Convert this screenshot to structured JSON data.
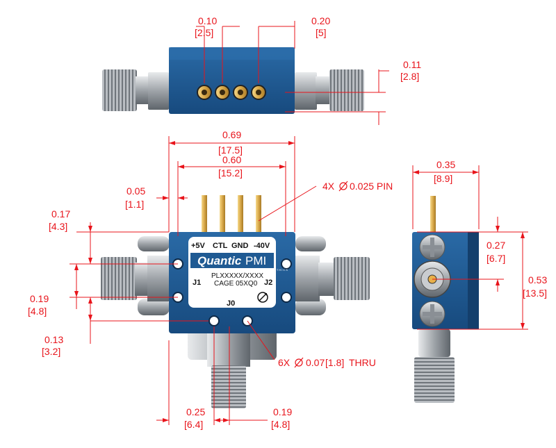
{
  "colors": {
    "dimension": "#e8141b",
    "housing": "#1f5a93",
    "housing_dark": "#173f6b",
    "label_plate": "#ffffff",
    "connector": "#b8bcc2"
  },
  "top_view": {
    "pin_spacing": {
      "in": "0.10",
      "mm": "[2.5]"
    },
    "pin_offset": {
      "in": "0.20",
      "mm": "[5]"
    },
    "pin_height": {
      "in": "0.11",
      "mm": "[2.8]"
    }
  },
  "front_view": {
    "width_overall": {
      "in": "0.69",
      "mm": "[17.5]"
    },
    "width_pins": {
      "in": "0.60",
      "mm": "[15.2]"
    },
    "edge_offset": {
      "in": "0.05",
      "mm": "[1.1]"
    },
    "pin_callout": {
      "count": "4X",
      "dia": "0.025 PIN"
    },
    "hole_callout": {
      "count": "6X",
      "dia": "0.07",
      "mm": "[1.8]",
      "suffix": "THRU"
    },
    "left_top": {
      "in": "0.17",
      "mm": "[4.3]"
    },
    "left_mid": {
      "in": "0.19",
      "mm": "[4.8]"
    },
    "left_bottom": {
      "in": "0.13",
      "mm": "[3.2]"
    },
    "bottom_left": {
      "in": "0.25",
      "mm": "[6.4]"
    },
    "bottom_right": {
      "in": "0.19",
      "mm": "[4.8]"
    },
    "plate": {
      "pin_labels": [
        "+5V",
        "CTL",
        "GND",
        "-40V"
      ],
      "brand_a": "Quantic",
      "brand_b": "PMI",
      "tagline": "PLANAR MONOLITHICS",
      "part_no": "PLXXXXX/XXXX",
      "cage": "CAGE 05XQ0",
      "port_j1": "J1",
      "port_j2": "J2",
      "port_j0": "J0"
    }
  },
  "side_view": {
    "depth": {
      "in": "0.35",
      "mm": "[8.9]"
    },
    "port_height": {
      "in": "0.27",
      "mm": "[6.7]"
    },
    "body_height": {
      "in": "0.53",
      "mm": "[13.5]"
    }
  }
}
